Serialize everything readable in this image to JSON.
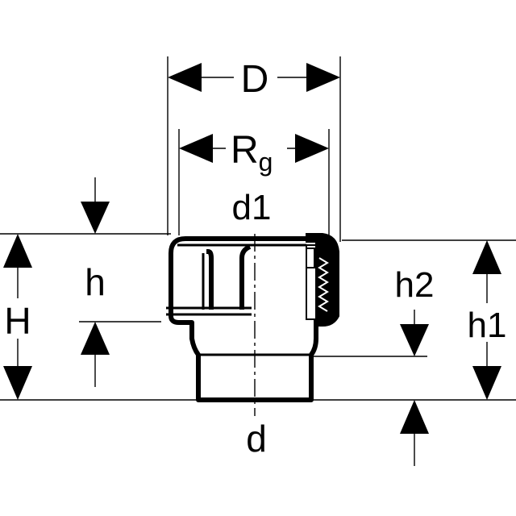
{
  "diagram": {
    "labels": {
      "D": "D",
      "Rg_main": "R",
      "Rg_sub": "g",
      "d1": "d1",
      "h": "h",
      "H": "H",
      "h2": "h2",
      "h1": "h1",
      "d": "d"
    },
    "colors": {
      "line": "#000000",
      "background": "#ffffff"
    }
  }
}
